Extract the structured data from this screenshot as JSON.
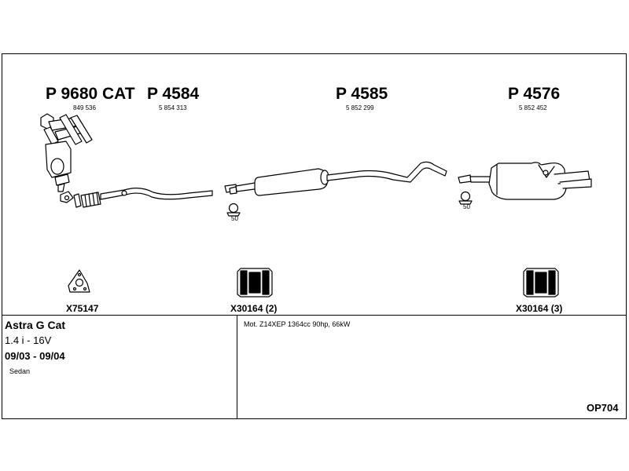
{
  "parts": [
    {
      "number": "P 9680 CAT",
      "oe": "849 536"
    },
    {
      "number": "P 4584",
      "oe": "5 854 313"
    },
    {
      "number": "P 4585",
      "oe": "5 852 299"
    },
    {
      "number": "P 4576",
      "oe": "5 852 452"
    }
  ],
  "clamps": [
    {
      "label": "50"
    },
    {
      "label": "50"
    }
  ],
  "accessories": [
    {
      "label": "X75147"
    },
    {
      "label": "X30164 (2)"
    },
    {
      "label": "X30164 (3)"
    }
  ],
  "vehicle": {
    "model": "Astra G Cat",
    "engine": "1.4 i - 16V",
    "years": "09/03 - 09/04",
    "body": "Sedan"
  },
  "notes": "Mot. Z14XEP 1364cc 90hp, 66kW",
  "code": "OP704"
}
